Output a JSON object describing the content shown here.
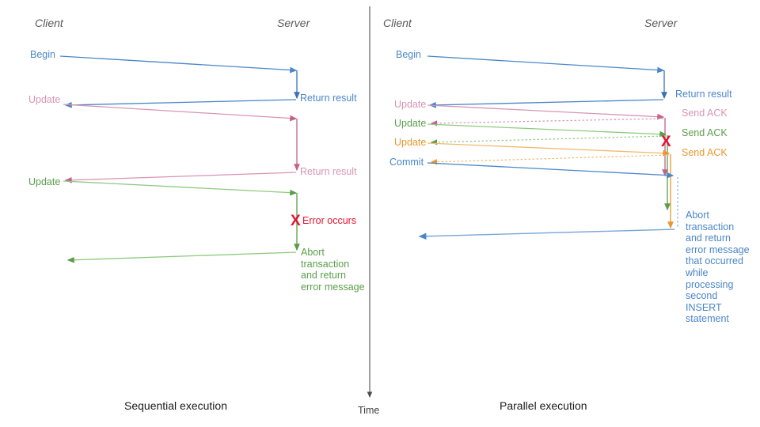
{
  "palette": {
    "blue": "#4a86c8",
    "blue_dark": "#3a72b8",
    "pink": "#c4628d",
    "pink_light": "#d894b4",
    "green": "#5a9e4a",
    "green_light": "#8fc97e",
    "orange": "#e8972e",
    "orange_light": "#f2b96a",
    "red": "#e8112d",
    "gray_axis": "#4d4d4d",
    "actor_gray": "#595959",
    "caption_black": "#1a1a1a"
  },
  "left_panel": {
    "caption": "Sequential execution",
    "actors": {
      "client": "Client",
      "server": "Server"
    },
    "messages": [
      {
        "label": "Begin",
        "color": "blue",
        "role": "request"
      },
      {
        "label": "Return result",
        "color": "blue",
        "role": "response"
      },
      {
        "label": "Update",
        "color": "pink",
        "role": "request"
      },
      {
        "label": "Return result",
        "color": "pink",
        "role": "response"
      },
      {
        "label": "Update",
        "color": "green",
        "role": "request"
      },
      {
        "label": "Abort\ntransaction\nand return\nerror message",
        "color": "green",
        "role": "response"
      }
    ],
    "error": {
      "mark": "X",
      "label": "Error occurs",
      "color": "red"
    }
  },
  "right_panel": {
    "caption": "Parallel execution",
    "actors": {
      "client": "Client",
      "server": "Server"
    },
    "messages": [
      {
        "label": "Begin",
        "color": "blue",
        "role": "request"
      },
      {
        "label": "Return result",
        "color": "blue",
        "role": "response"
      },
      {
        "label": "Update",
        "color": "pink",
        "role": "request"
      },
      {
        "label": "Send ACK",
        "color": "pink",
        "role": "ack"
      },
      {
        "label": "Update",
        "color": "green",
        "role": "request"
      },
      {
        "label": "Send ACK",
        "color": "green",
        "role": "ack"
      },
      {
        "label": "Update",
        "color": "orange",
        "role": "request"
      },
      {
        "label": "Send ACK",
        "color": "orange",
        "role": "ack"
      },
      {
        "label": "Commit",
        "color": "blue",
        "role": "request"
      },
      {
        "label": "Abort\ntransaction\nand return\nerror message\nthat occurred\nwhile\nprocessing\nsecond\nINSERT\nstatement",
        "color": "blue",
        "role": "response"
      }
    ],
    "error": {
      "mark": "X",
      "color": "red"
    }
  },
  "time_axis": {
    "label": "Time"
  }
}
